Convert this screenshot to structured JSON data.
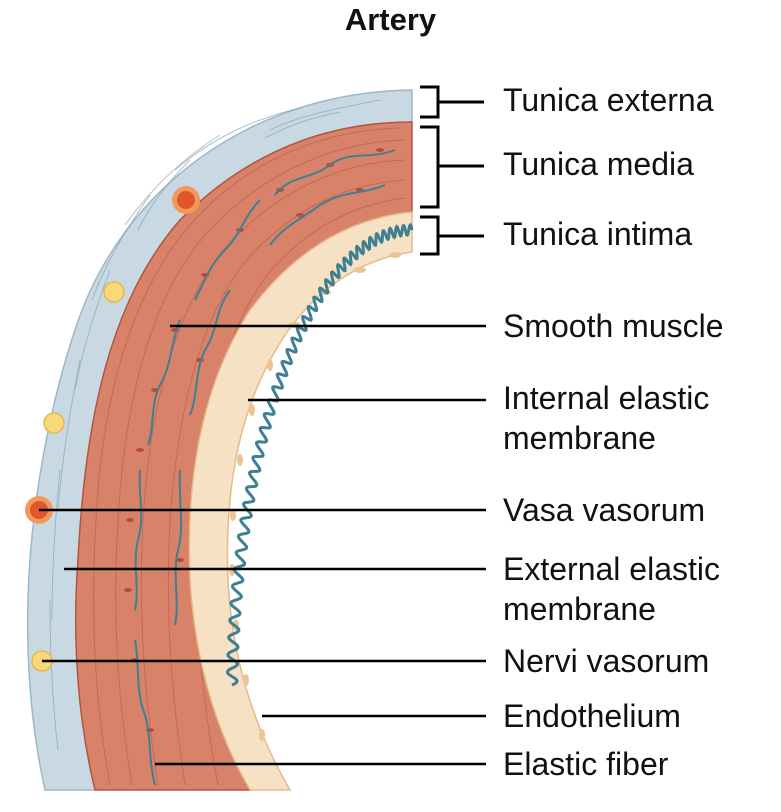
{
  "title": "Artery",
  "layer_labels": {
    "tunica_externa": "Tunica externa",
    "tunica_media": "Tunica media",
    "tunica_intima": "Tunica intima"
  },
  "callouts": {
    "smooth_muscle": "Smooth muscle",
    "internal_elastic_membrane": [
      "Internal elastic",
      "membrane"
    ],
    "vasa_vasorum": "Vasa vasorum",
    "external_elastic_membrane": [
      "External elastic",
      "membrane"
    ],
    "nervi_vasorum": "Nervi vasorum",
    "endothelium": "Endothelium",
    "elastic_fiber": "Elastic fiber"
  },
  "colors": {
    "tunica_externa": "#c9d9e3",
    "tunica_media": "#d9826a",
    "tunica_intima": "#f7e1c4",
    "elastic_membrane": "#3f7f93",
    "vasa_vasorum": "#e0562f",
    "nervi_vasorum": "#f7d87a",
    "line": "#000000"
  }
}
